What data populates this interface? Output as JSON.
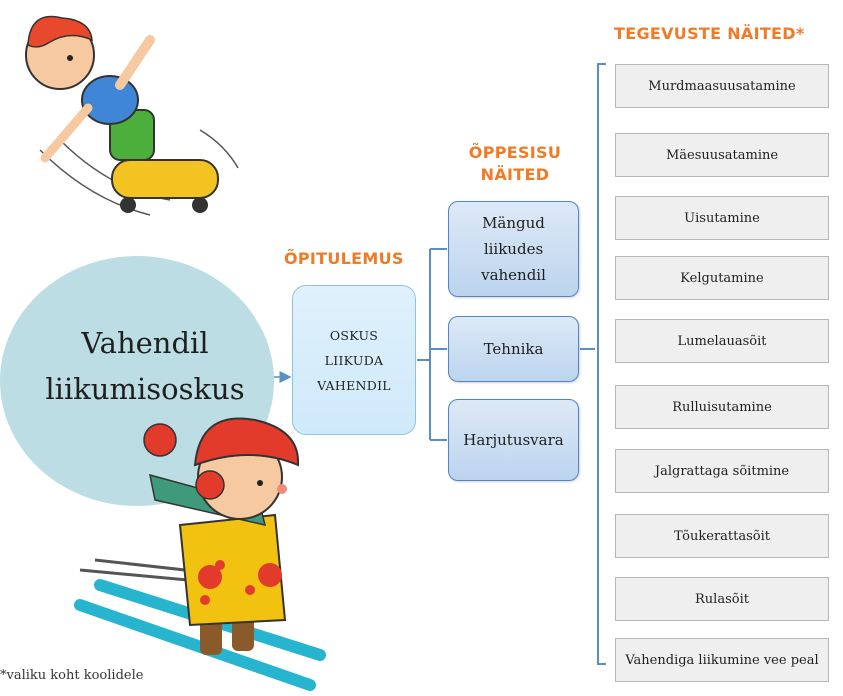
{
  "headings": {
    "outcome": "ÕPITULEMUS",
    "content": "ÕPPESISU NÄITED",
    "activities": "TEGEVUSTE NÄITED*"
  },
  "main_skill": {
    "line1": "Vahendil",
    "line2": "liikumisoskus"
  },
  "outcome": {
    "line1": "OSKUS",
    "line2": "LIIKUDA",
    "line3": "VAHENDIL"
  },
  "content_items": [
    {
      "line1": "Mängud",
      "line2": "liikudes",
      "line3": "vahendil"
    },
    {
      "line1": "Tehnika"
    },
    {
      "line1": "Harjutusvara"
    }
  ],
  "activities": [
    "Murdmaasuusatamine",
    "Mäesuusatamine",
    "Uisutamine",
    "Kelgutamine",
    "Lumelauasõit",
    "Rulluisutamine",
    "Jalgrattaga sõitmine",
    "Tõukerattasõit",
    "Rulasõit",
    "Vahendiga liikumine vee peal"
  ],
  "footnote": "*valiku koht koolidele",
  "colors": {
    "heading_orange": "#f07a26",
    "circle": "#bcdde4",
    "connector": "#5a8fc4",
    "activity_box": "#efefef"
  },
  "illustrations": [
    "boy-on-skateboard",
    "child-skiing"
  ]
}
